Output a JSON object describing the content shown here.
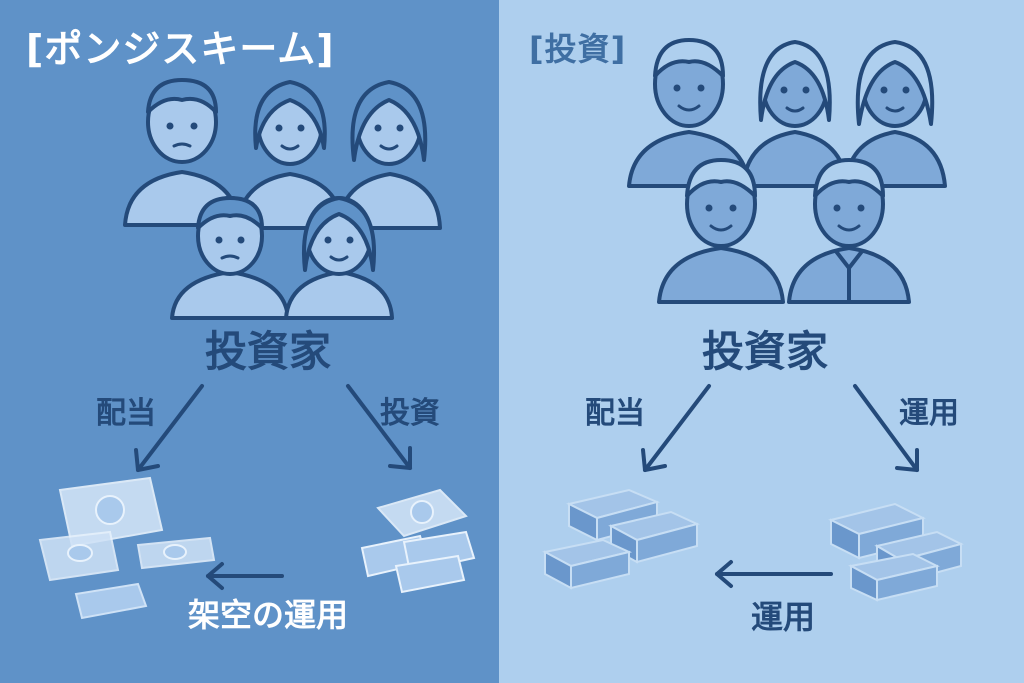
{
  "left": {
    "title": "[ポンジスキーム]",
    "group_label": "投資家",
    "left_arrow_label": "配当",
    "right_arrow_label": "投資",
    "bottom_label": "架空の運用",
    "colors": {
      "background": "#5f92c8",
      "figure": "#244a7a",
      "figure_fill": "#a9c9ec",
      "money": "#cfe2f6"
    }
  },
  "right": {
    "title": "[投資]",
    "group_label": "投資家",
    "left_arrow_label": "配当",
    "right_arrow_label": "運用",
    "bottom_label": "運用",
    "colors": {
      "background": "#aecfee",
      "figure": "#244a7a",
      "figure_fill": "#7fa9d8",
      "money": "#7fa9d8"
    }
  }
}
